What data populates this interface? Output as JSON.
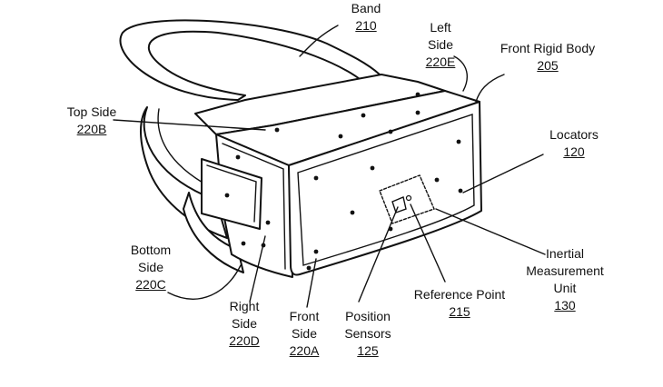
{
  "labels": {
    "band": {
      "name": "Band",
      "number": "210"
    },
    "left_side": {
      "line1": "Left",
      "line2": "Side",
      "number": "220E"
    },
    "front_rigid_body": {
      "name": "Front Rigid Body",
      "number": "205"
    },
    "top_side": {
      "name": "Top Side",
      "number": "220B"
    },
    "locators": {
      "name": "Locators",
      "number": "120"
    },
    "bottom_side": {
      "line1": "Bottom",
      "line2": "Side",
      "number": "220C"
    },
    "imu": {
      "line1": "Inertial",
      "line2": "Measurement",
      "line3": "Unit",
      "number": "130"
    },
    "reference_point": {
      "name": "Reference Point",
      "number": "215"
    },
    "right_side": {
      "line1": "Right",
      "line2": "Side",
      "number": "220D"
    },
    "front_side": {
      "line1": "Front",
      "line2": "Side",
      "number": "220A"
    },
    "position_sensors": {
      "line1": "Position",
      "line2": "Sensors",
      "number": "125"
    }
  }
}
